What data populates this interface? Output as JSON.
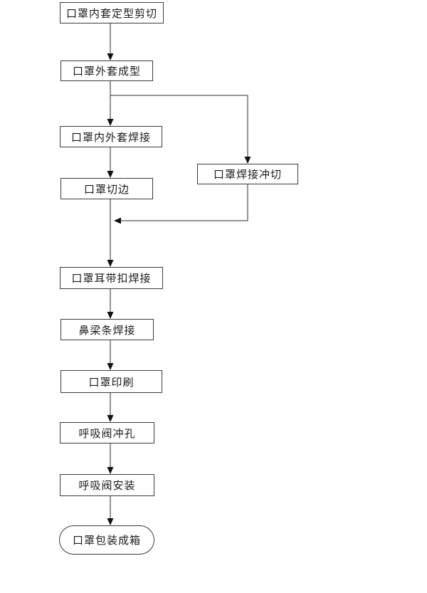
{
  "flowchart": {
    "nodes": [
      {
        "label": "口罩内套定型剪切",
        "shape": "rect"
      },
      {
        "label": "口罩外套成型",
        "shape": "rect"
      },
      {
        "label": "口罩内外套焊接",
        "shape": "rect"
      },
      {
        "label": "口罩切边",
        "shape": "rect"
      },
      {
        "label": "口罩焊接冲切",
        "shape": "rect"
      },
      {
        "label": "口罩耳带扣焊接",
        "shape": "rect"
      },
      {
        "label": "鼻梁条焊接",
        "shape": "rect"
      },
      {
        "label": "口罩印刷",
        "shape": "rect"
      },
      {
        "label": "呼吸阀冲孔",
        "shape": "rect"
      },
      {
        "label": "呼吸阀安装",
        "shape": "rect"
      },
      {
        "label": "口罩包装成箱",
        "shape": "rounded-terminal"
      }
    ],
    "edges": [
      {
        "from": "口罩内套定型剪切",
        "to": "口罩外套成型"
      },
      {
        "from": "口罩外套成型",
        "to": "口罩内外套焊接"
      },
      {
        "from": "口罩外套成型",
        "to": "口罩焊接冲切"
      },
      {
        "from": "口罩内外套焊接",
        "to": "口罩切边"
      },
      {
        "from": "口罩切边",
        "to": "口罩耳带扣焊接"
      },
      {
        "from": "口罩焊接冲切",
        "to": "口罩耳带扣焊接"
      },
      {
        "from": "口罩耳带扣焊接",
        "to": "鼻梁条焊接"
      },
      {
        "from": "鼻梁条焊接",
        "to": "口罩印刷"
      },
      {
        "from": "口罩印刷",
        "to": "呼吸阀冲孔"
      },
      {
        "from": "呼吸阀冲孔",
        "to": "呼吸阀安装"
      },
      {
        "from": "呼吸阀安装",
        "to": "口罩包装成箱"
      }
    ],
    "colors": {
      "background": "#ffffff",
      "box_border": "#3a3a3a",
      "text": "#1c1c1c",
      "connector": "#2b2b2b"
    }
  }
}
